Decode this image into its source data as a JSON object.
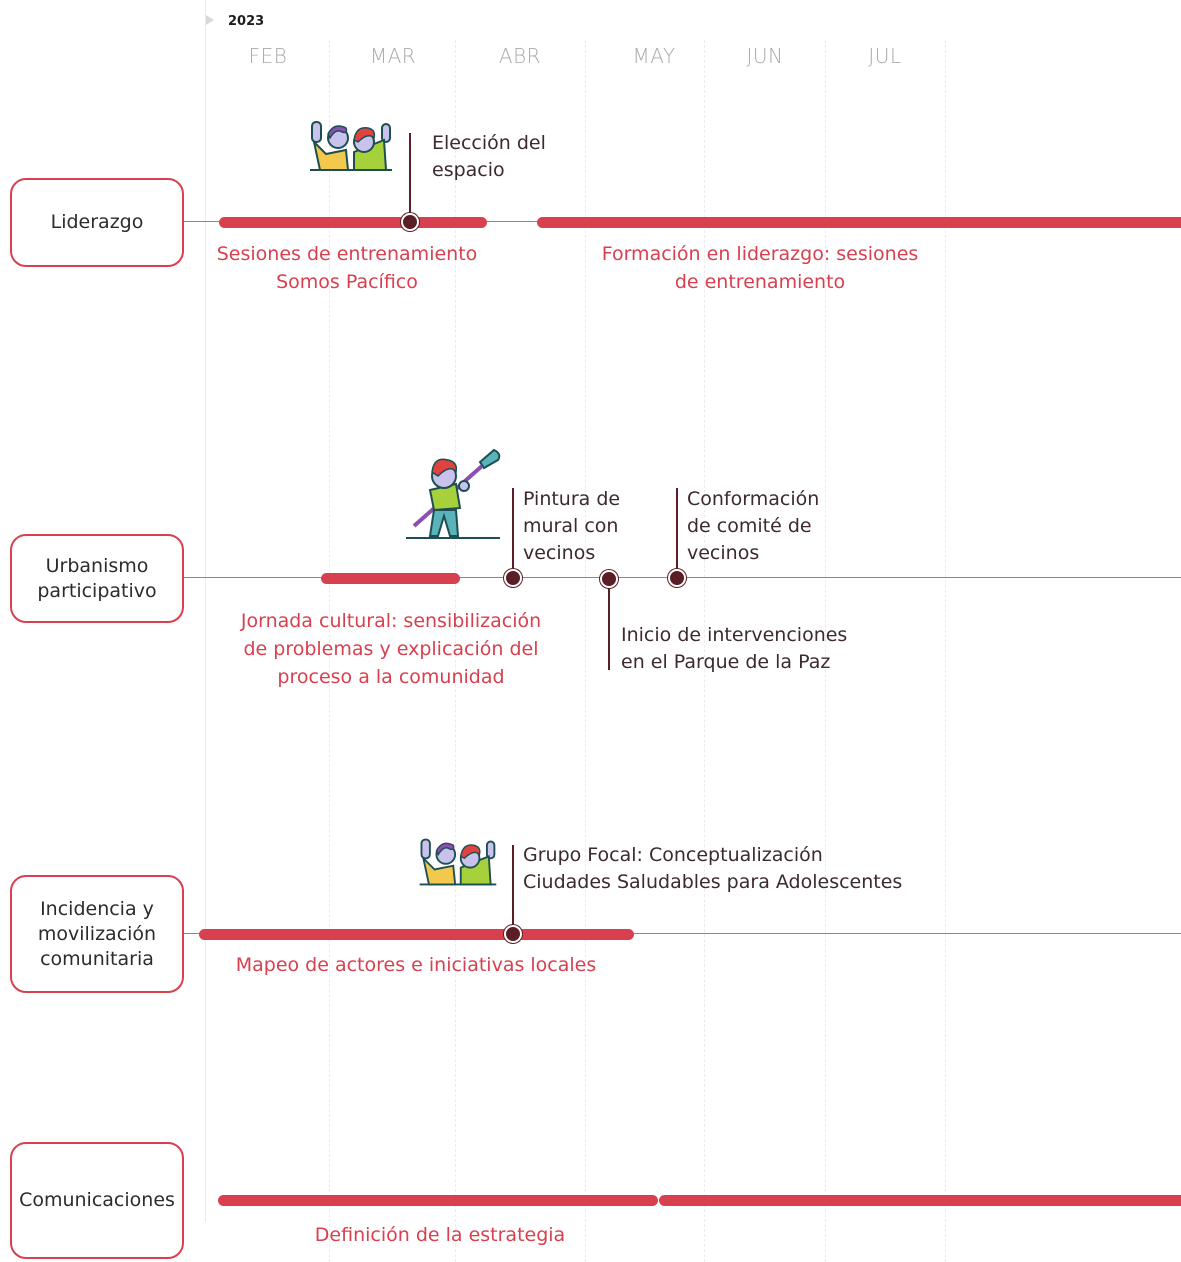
{
  "year": "2023",
  "months": [
    "FEB",
    "MAR",
    "ABR",
    "MAY",
    "JUN",
    "JUL"
  ],
  "rows": {
    "liderazgo": {
      "label": "Liderazgo",
      "milestone": "Elección del\nespacio",
      "activity_1": "Sesiones de entrenamiento\nSomos Pacífico",
      "activity_2": "Formación en liderazgo: sesiones\nde entrenamiento"
    },
    "urbanismo": {
      "label": "Urbanismo\nparticipativo",
      "milestone_1": "Pintura de\nmural con\nvecinos",
      "milestone_2": "Inicio de intervenciones\nen el Parque de la Paz",
      "milestone_3": "Conformación\nde comité de\nvecinos",
      "activity_1": "Jornada cultural: sensibilización\nde problemas y explicación del\nproceso a la comunidad"
    },
    "incidencia": {
      "label": "Incidencia y\nmovilización\ncomunitaria",
      "milestone": "Grupo Focal: Conceptualización\nCiudades Saludables para Adolescentes",
      "activity_1": "Mapeo de actores e iniciativas locales"
    },
    "comunicaciones": {
      "label": "Comunicaciones",
      "activity_1": "Definición de la estrategia"
    }
  },
  "colors": {
    "accent": "#d8404f",
    "milestone": "#5a1e26",
    "month": "#a9a9a9",
    "grid": "#ececec"
  },
  "icons": [
    "people-cheering-icon",
    "painter-with-brush-icon",
    "people-cheering-icon"
  ]
}
